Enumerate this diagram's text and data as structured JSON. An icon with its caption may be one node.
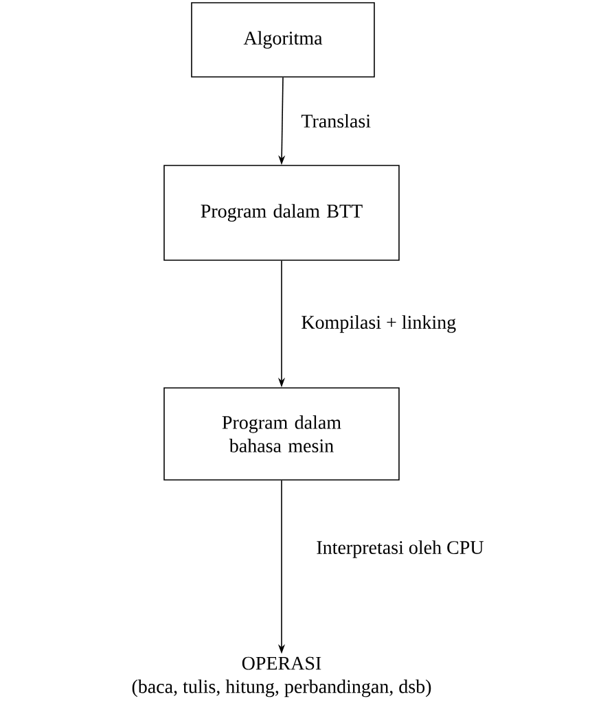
{
  "diagram": {
    "nodes": [
      {
        "text": [
          "Algoritma"
        ]
      },
      {
        "text": [
          "Program dalam BTT"
        ]
      },
      {
        "text": [
          "Program dalam bahasa mesin"
        ]
      },
      {
        "text": [
          "OPERASI",
          "(baca, tulis, hitung, perbandingan, dsb)"
        ]
      }
    ],
    "edges": [
      {
        "from": 0,
        "to": 1,
        "arrow": "to",
        "label": "Translasi"
      },
      {
        "from": 1,
        "to": 2,
        "arrow": "to",
        "label": "Kompilasi + linking"
      },
      {
        "from": 2,
        "to": 3,
        "arrow": "to",
        "label": "Interpretasi oleh CPU"
      }
    ]
  }
}
